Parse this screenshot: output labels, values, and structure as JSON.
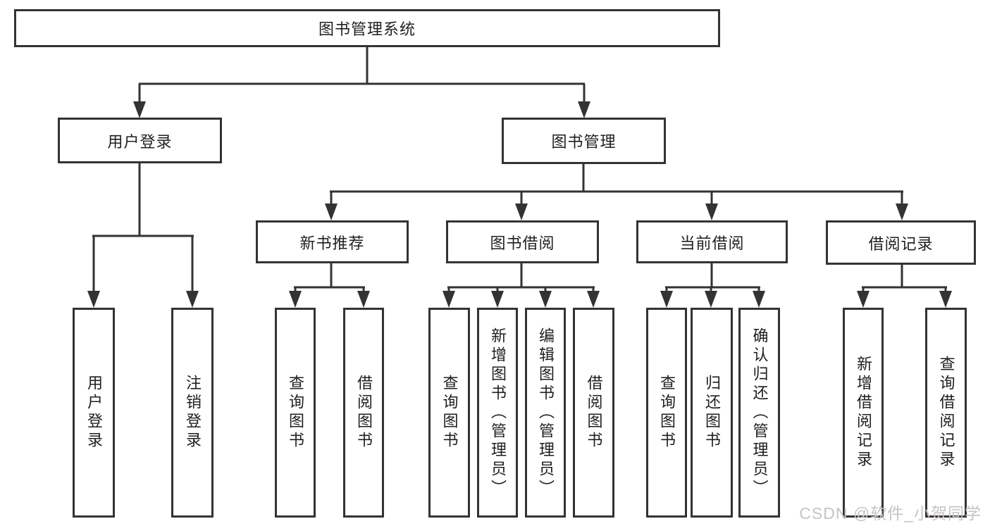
{
  "nodes": {
    "root": "图书管理系统",
    "user_login": "用户登录",
    "book_management": "图书管理",
    "new_book_recommend": "新书推荐",
    "book_borrow": "图书借阅",
    "current_borrow": "当前借阅",
    "borrow_records": "借阅记录",
    "leaf_user_login": "用户登录",
    "leaf_logout": "注销登录",
    "leaf_query_books_1": "查询图书",
    "leaf_borrow_books_1": "借阅图书",
    "leaf_query_books_2": "查询图书",
    "leaf_add_book_admin": "新增图书（管理员）",
    "leaf_edit_book_admin": "编辑图书（管理员）",
    "leaf_borrow_books_2": "借阅图书",
    "leaf_query_books_3": "查询图书",
    "leaf_return_books": "归还图书",
    "leaf_confirm_return_admin": "确认归还（管理员）",
    "leaf_add_borrow_record": "新增借阅记录",
    "leaf_query_borrow_record": "查询借阅记录"
  },
  "hierarchy": {
    "root": [
      "user_login",
      "book_management"
    ],
    "user_login": [
      "leaf_user_login",
      "leaf_logout"
    ],
    "book_management": [
      "new_book_recommend",
      "book_borrow",
      "current_borrow",
      "borrow_records"
    ],
    "new_book_recommend": [
      "leaf_query_books_1",
      "leaf_borrow_books_1"
    ],
    "book_borrow": [
      "leaf_query_books_2",
      "leaf_add_book_admin",
      "leaf_edit_book_admin",
      "leaf_borrow_books_2"
    ],
    "current_borrow": [
      "leaf_query_books_3",
      "leaf_return_books",
      "leaf_confirm_return_admin"
    ],
    "borrow_records": [
      "leaf_add_borrow_record",
      "leaf_query_borrow_record"
    ]
  },
  "watermark": "CSDN @软件_小贺同学",
  "colors": {
    "line": "#333333",
    "box_border": "#333333",
    "box_fill": "#ffffff",
    "text": "#1f1f1f",
    "watermark": "#c9c3c3",
    "background": "#ffffff"
  }
}
